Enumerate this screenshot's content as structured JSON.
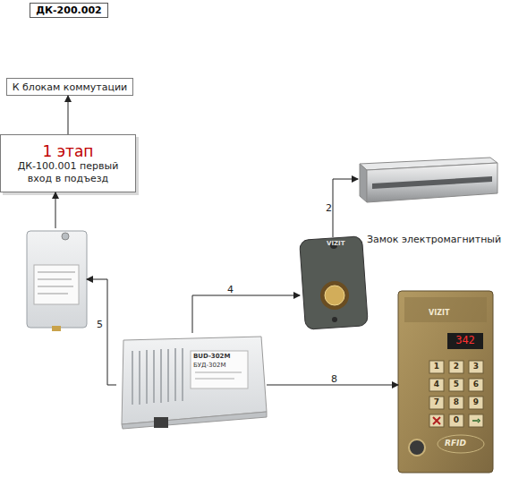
{
  "diagram": {
    "title": "ДК-200.002",
    "nodes": [
      {
        "text": [
          "К блокам коммутации"
        ]
      },
      {
        "text": [
          "1 этап",
          "ДК-100.001 первый вход в подъезд"
        ]
      },
      {
        "text": []
      },
      {
        "text": [
          "VIZIT"
        ]
      },
      {
        "text": [
          "Замок электромагнитный"
        ]
      },
      {
        "text": [
          "BUD-302M",
          "БУД-302М"
        ]
      },
      {
        "text": [
          "VIZIT",
          "342",
          "1",
          "2",
          "3",
          "4",
          "5",
          "6",
          "7",
          "8",
          "9",
          "0",
          "RFID"
        ]
      }
    ],
    "edges": [
      {
        "from": 1,
        "to": 0,
        "arrow": "to"
      },
      {
        "from": 2,
        "to": 1,
        "arrow": "to"
      },
      {
        "from": 5,
        "to": 2,
        "label": "5",
        "arrow": "to"
      },
      {
        "from": 5,
        "to": 3,
        "label": "4",
        "arrow": "to"
      },
      {
        "from": 3,
        "to": 4,
        "label": "2",
        "arrow": "to"
      },
      {
        "from": 5,
        "to": 6,
        "label": "8",
        "arrow": "to"
      }
    ]
  }
}
